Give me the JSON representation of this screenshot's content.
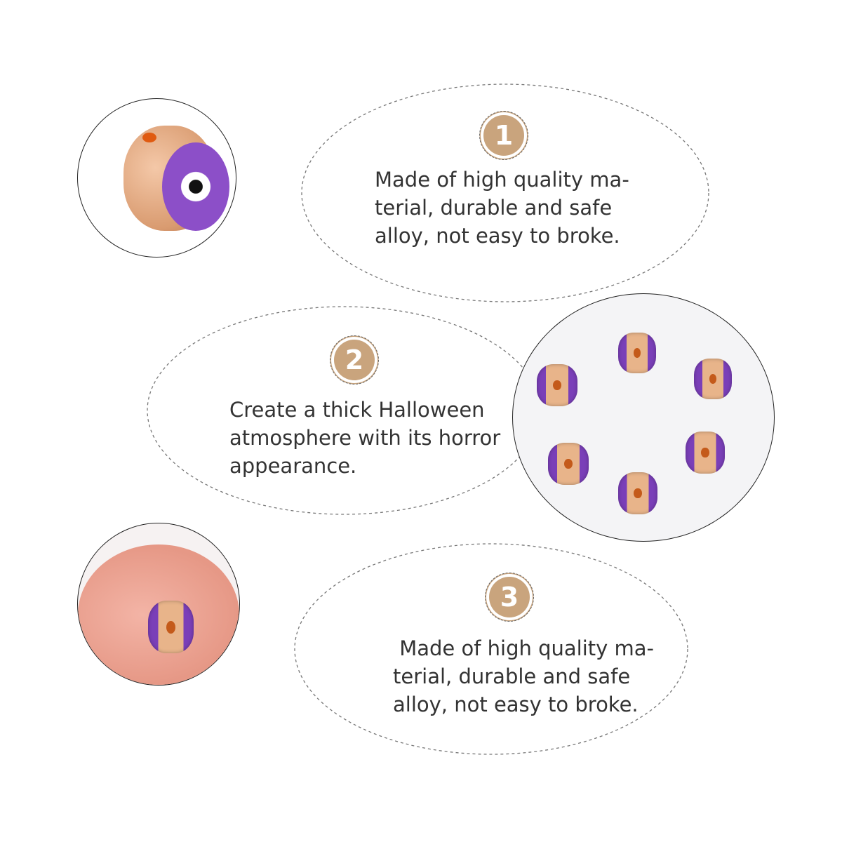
{
  "features": [
    {
      "number": "1",
      "text": "Made of high quality ma-terial, durable and safe alloy, not easy to broke.",
      "lines": [
        "Made of high quality ma-",
        "terial, durable and safe",
        "alloy, not easy to broke."
      ]
    },
    {
      "number": "2",
      "text": "Create a thick Halloween atmosphere with its horror appearance.",
      "lines": [
        "Create a thick Halloween",
        "atmosphere with its horror",
        "appearance."
      ]
    },
    {
      "number": "3",
      "text": "Made of high quality ma-terial, durable and safe alloy, not easy to broke.",
      "lines": [
        " Made of high quality ma-",
        "terial, durable and safe",
        "alloy, not easy to broke."
      ]
    }
  ],
  "colors": {
    "badge": "#c9a47d",
    "bead_purple": "#7a3fb8",
    "bead_gold": "#e8b48a"
  }
}
